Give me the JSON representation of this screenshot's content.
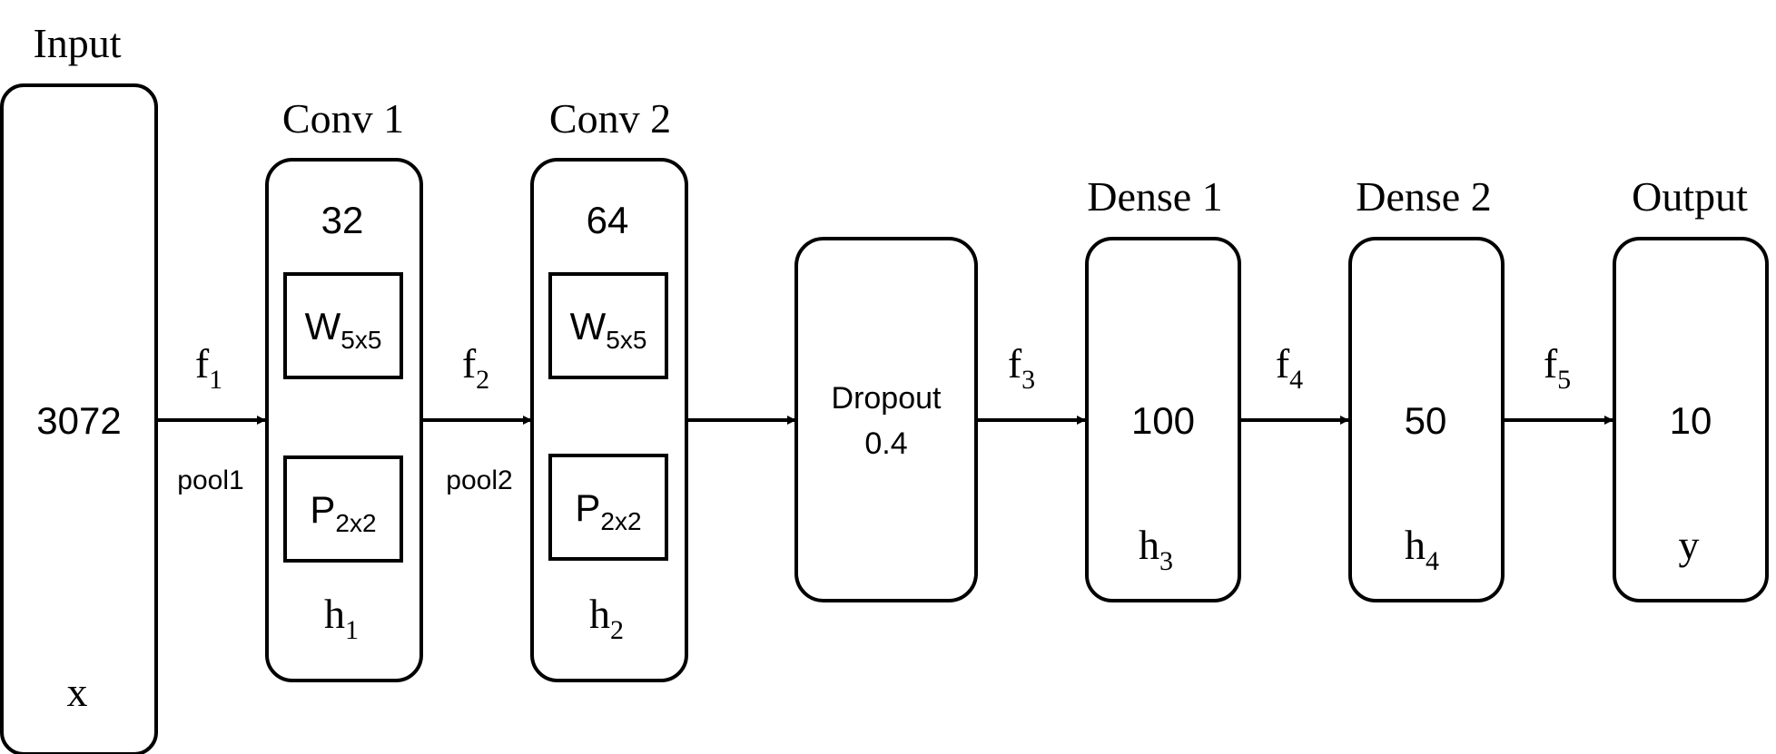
{
  "layers": {
    "input": {
      "title": "Input",
      "units": "3072",
      "var": "x"
    },
    "conv1": {
      "title": "Conv 1",
      "filters": "32",
      "weight": "W",
      "weight_size": "5x5",
      "pool": "P",
      "pool_size": "2x2",
      "var": "h",
      "var_sub": "1"
    },
    "conv2": {
      "title": "Conv 2",
      "filters": "64",
      "weight": "W",
      "weight_size": "5x5",
      "pool": "P",
      "pool_size": "2x2",
      "var": "h",
      "var_sub": "2"
    },
    "dropout": {
      "label": "Dropout",
      "rate": "0.4"
    },
    "dense1": {
      "title": "Dense 1",
      "units": "100",
      "var": "h",
      "var_sub": "3"
    },
    "dense2": {
      "title": "Dense 2",
      "units": "50",
      "var": "h",
      "var_sub": "4"
    },
    "output": {
      "title": "Output",
      "units": "10",
      "var": "y"
    }
  },
  "edges": {
    "f1": {
      "name": "f",
      "sub": "1",
      "note": "pool1"
    },
    "f2": {
      "name": "f",
      "sub": "2",
      "note": "pool2"
    },
    "f3": {
      "name": "f",
      "sub": "3"
    },
    "f4": {
      "name": "f",
      "sub": "4"
    },
    "f5": {
      "name": "f",
      "sub": "5"
    }
  }
}
